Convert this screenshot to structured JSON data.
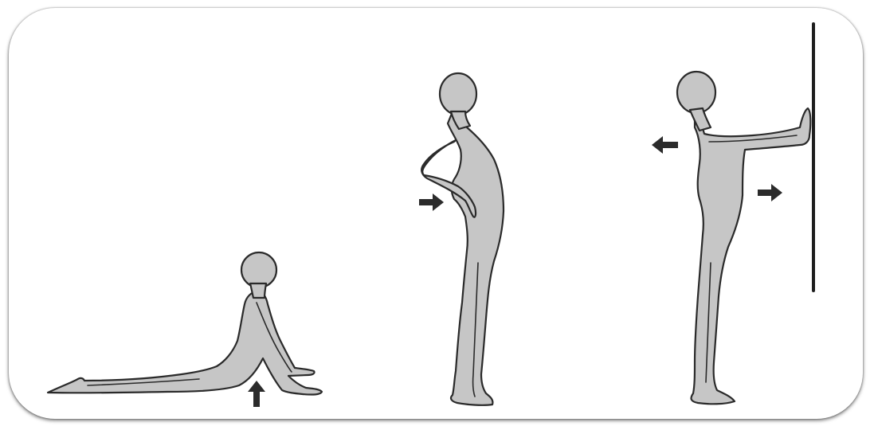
{
  "figures": [
    {
      "pose": "cobra-prone-press-up",
      "arrow_direction": "up"
    },
    {
      "pose": "standing-backward-bend-hands-on-hips",
      "arrow_direction": "right"
    },
    {
      "pose": "standing-wall-press-lean",
      "arrow_directions": [
        "left",
        "right"
      ]
    }
  ],
  "colors": {
    "figure_fill": "#c6c6c6",
    "outline": "#2a2a2a",
    "arrow": "#2b2b2b",
    "wall": "#1e1e1e",
    "background": "#ffffff"
  }
}
